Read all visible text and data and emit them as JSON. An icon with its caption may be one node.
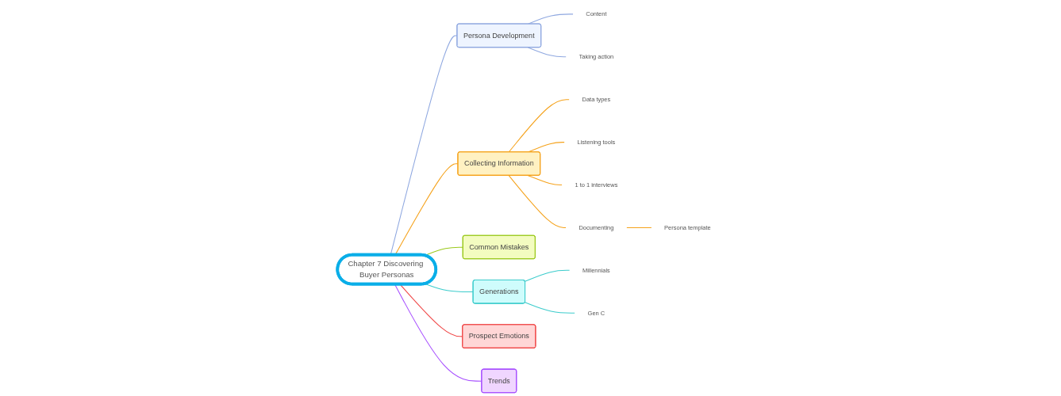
{
  "diagram": {
    "nodes": [
      {
        "text": [
          "Chapter 7 Discovering Buyer Personas"
        ]
      },
      {
        "text": [
          "Persona Development"
        ]
      },
      {
        "text": [
          "Content"
        ]
      },
      {
        "text": [
          "Taking action"
        ]
      },
      {
        "text": [
          "Collecting Information"
        ]
      },
      {
        "text": [
          "Data types"
        ]
      },
      {
        "text": [
          "Listening tools"
        ]
      },
      {
        "text": [
          "1 to 1 interviews"
        ]
      },
      {
        "text": [
          "Documenting"
        ]
      },
      {
        "text": [
          "Persona template"
        ]
      },
      {
        "text": [
          "Common Mistakes"
        ]
      },
      {
        "text": [
          "Generations"
        ]
      },
      {
        "text": [
          "Millennials"
        ]
      },
      {
        "text": [
          "Gen C"
        ]
      },
      {
        "text": [
          "Prospect Emotions"
        ]
      },
      {
        "text": [
          "Trends"
        ]
      }
    ],
    "edges": [
      {
        "from": 0,
        "to": 1,
        "arrow": "none",
        "color": "#8fa8e0"
      },
      {
        "from": 1,
        "to": 2,
        "arrow": "none",
        "color": "#8fa8e0"
      },
      {
        "from": 1,
        "to": 3,
        "arrow": "none",
        "color": "#8fa8e0"
      },
      {
        "from": 0,
        "to": 4,
        "arrow": "none",
        "color": "#f5a21b"
      },
      {
        "from": 4,
        "to": 5,
        "arrow": "none",
        "color": "#f5a21b"
      },
      {
        "from": 4,
        "to": 6,
        "arrow": "none",
        "color": "#f5a21b"
      },
      {
        "from": 4,
        "to": 7,
        "arrow": "none",
        "color": "#f5a21b"
      },
      {
        "from": 4,
        "to": 8,
        "arrow": "none",
        "color": "#f5a21b"
      },
      {
        "from": 8,
        "to": 9,
        "arrow": "none",
        "color": "#f5a21b"
      },
      {
        "from": 0,
        "to": 10,
        "arrow": "none",
        "color": "#9bc91d"
      },
      {
        "from": 0,
        "to": 11,
        "arrow": "none",
        "color": "#3ccccc"
      },
      {
        "from": 11,
        "to": 12,
        "arrow": "none",
        "color": "#3ccccc"
      },
      {
        "from": 11,
        "to": 13,
        "arrow": "none",
        "color": "#3ccccc"
      },
      {
        "from": 0,
        "to": 14,
        "arrow": "none",
        "color": "#f04848"
      },
      {
        "from": 0,
        "to": 15,
        "arrow": "none",
        "color": "#a64dff"
      }
    ]
  }
}
